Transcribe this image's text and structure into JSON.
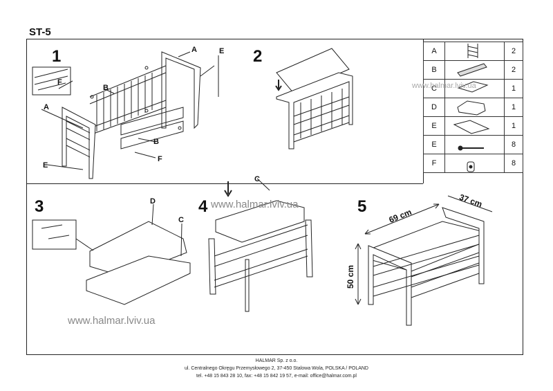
{
  "title": "ST-5",
  "steps": [
    "1",
    "2",
    "3",
    "4",
    "5"
  ],
  "step1_labels": {
    "a1": "A",
    "a2": "A",
    "e1": "E",
    "e2": "E",
    "f1": "F",
    "f2": "F",
    "b1": "B",
    "b2": "B"
  },
  "step3_labels": {
    "d": "D",
    "c": "C"
  },
  "step4_labels": {
    "c": "C"
  },
  "parts": [
    {
      "letter": "A",
      "icon": "side-frame-icon",
      "qty": "2"
    },
    {
      "letter": "B",
      "icon": "slat-panel-icon",
      "qty": "2"
    },
    {
      "letter": "C",
      "icon": "seat-cushion-icon",
      "qty": "1"
    },
    {
      "letter": "D",
      "icon": "seat-board-icon",
      "qty": "1"
    },
    {
      "letter": "E",
      "icon": "bottom-board-icon",
      "qty": "1"
    },
    {
      "letter": "E",
      "icon": "bolt-icon",
      "qty": "8"
    },
    {
      "letter": "F",
      "icon": "barrel-nut-icon",
      "qty": "8"
    }
  ],
  "dimensions": {
    "width": "69 cm",
    "depth": "37 cm",
    "height": "50 cm"
  },
  "watermarks": [
    "www.halmar.lviv.ua",
    "www.halmar.lviv.ua",
    "www.halmar.lviv.ua"
  ],
  "footer": {
    "company": "HALMAR Sp. z o.o.",
    "address": "ul. Centralnego Okręgu Przemysłowego 2, 37-450 Stalowa Wola, POLSKA / POLAND",
    "contact": "tel. +48 15 843 28 10, fax: +48 15 842 19 57, e-mail: office@halmar.com.pl"
  }
}
